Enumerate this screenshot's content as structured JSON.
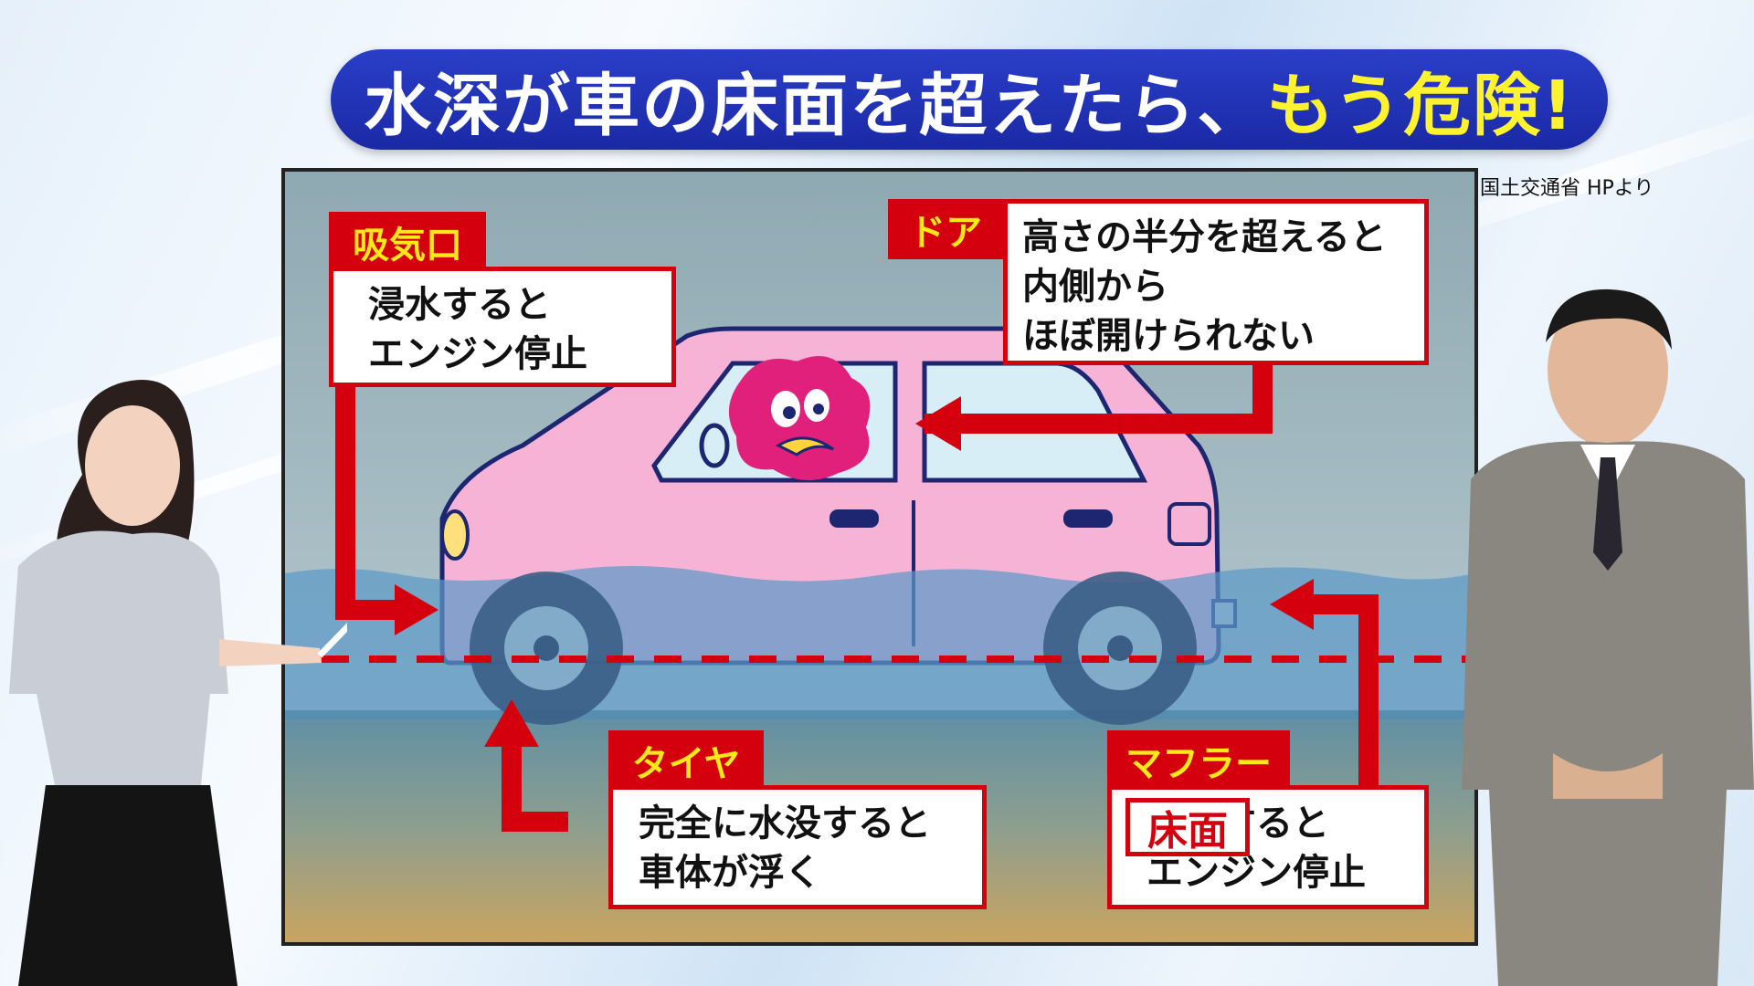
{
  "title": {
    "main": "水深が車の床面を超えたら、",
    "highlight": "もう危険!"
  },
  "source": "国土交通省 HPより",
  "labels": {
    "intake": "吸気口",
    "door": "ドア",
    "tire": "タイヤ",
    "muffler": "マフラー",
    "floor": "床面"
  },
  "callouts": {
    "intake": [
      "浸水すると",
      "エンジン停止"
    ],
    "door": [
      "高さの半分を超えると",
      "内側から",
      "ほぼ開けられない"
    ],
    "tire": [
      "完全に水没すると",
      "車体が浮く"
    ],
    "muffler": [
      "浸水すると",
      "エンジン停止"
    ]
  },
  "colors": {
    "accent_red": "#d4000d",
    "title_blue": "#1a29a5",
    "highlight_yellow": "#fff22e",
    "car_pink": "#f6b3d6",
    "water_blue": "#5d9ac8"
  }
}
